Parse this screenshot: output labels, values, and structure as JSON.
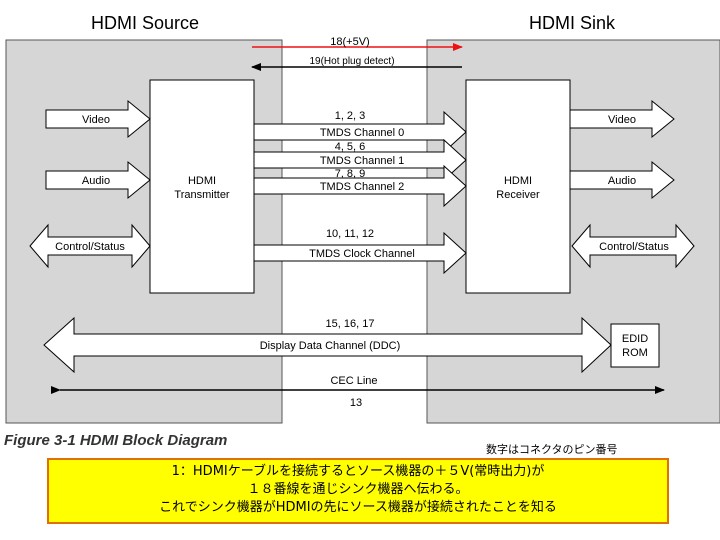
{
  "source": {
    "title": "HDMI Source",
    "transmitter": [
      "HDMI",
      "Transmitter"
    ],
    "inputs": [
      "Video",
      "Audio",
      "Control/Status"
    ]
  },
  "sink": {
    "title": "HDMI Sink",
    "receiver": [
      "HDMI",
      "Receiver"
    ],
    "outputs": [
      "Video",
      "Audio",
      "Control/Status"
    ],
    "edid": [
      "EDID",
      "ROM"
    ]
  },
  "signals": {
    "power_pin": "18(+5V)",
    "hpd_pin": "19(Hot plug detect)",
    "tmds0_pins": "1, 2, 3",
    "tmds0_label": "TMDS Channel 0",
    "tmds1_pins": "4, 5, 6",
    "tmds1_label": "TMDS Channel 1",
    "tmds2_pins": "7, 8, 9",
    "tmds2_label": "TMDS Channel 2",
    "clock_pins": "10, 11, 12",
    "clock_label": "TMDS Clock Channel",
    "ddc_pins": "15, 16, 17",
    "ddc_label": "Display Data Channel (DDC)",
    "cec_label": "CEC Line",
    "cec_pin": "13"
  },
  "caption": "Figure 3-1 HDMI Block Diagram",
  "pin_note": "数字はコネクタのピン番号",
  "explanation": [
    "1：HDMIケーブルを接続するとソース機器の＋５V(常時出力)が",
    "１８番線を通じシンク機器へ伝わる。",
    "これでシンク機器がHDMIの先にソース機器が接続されたことを知る"
  ],
  "colors": {
    "panel": "#d6d6d6",
    "power_arrow": "#ee1111",
    "highlight": "#ffff00",
    "highlight_border": "#e07000"
  }
}
